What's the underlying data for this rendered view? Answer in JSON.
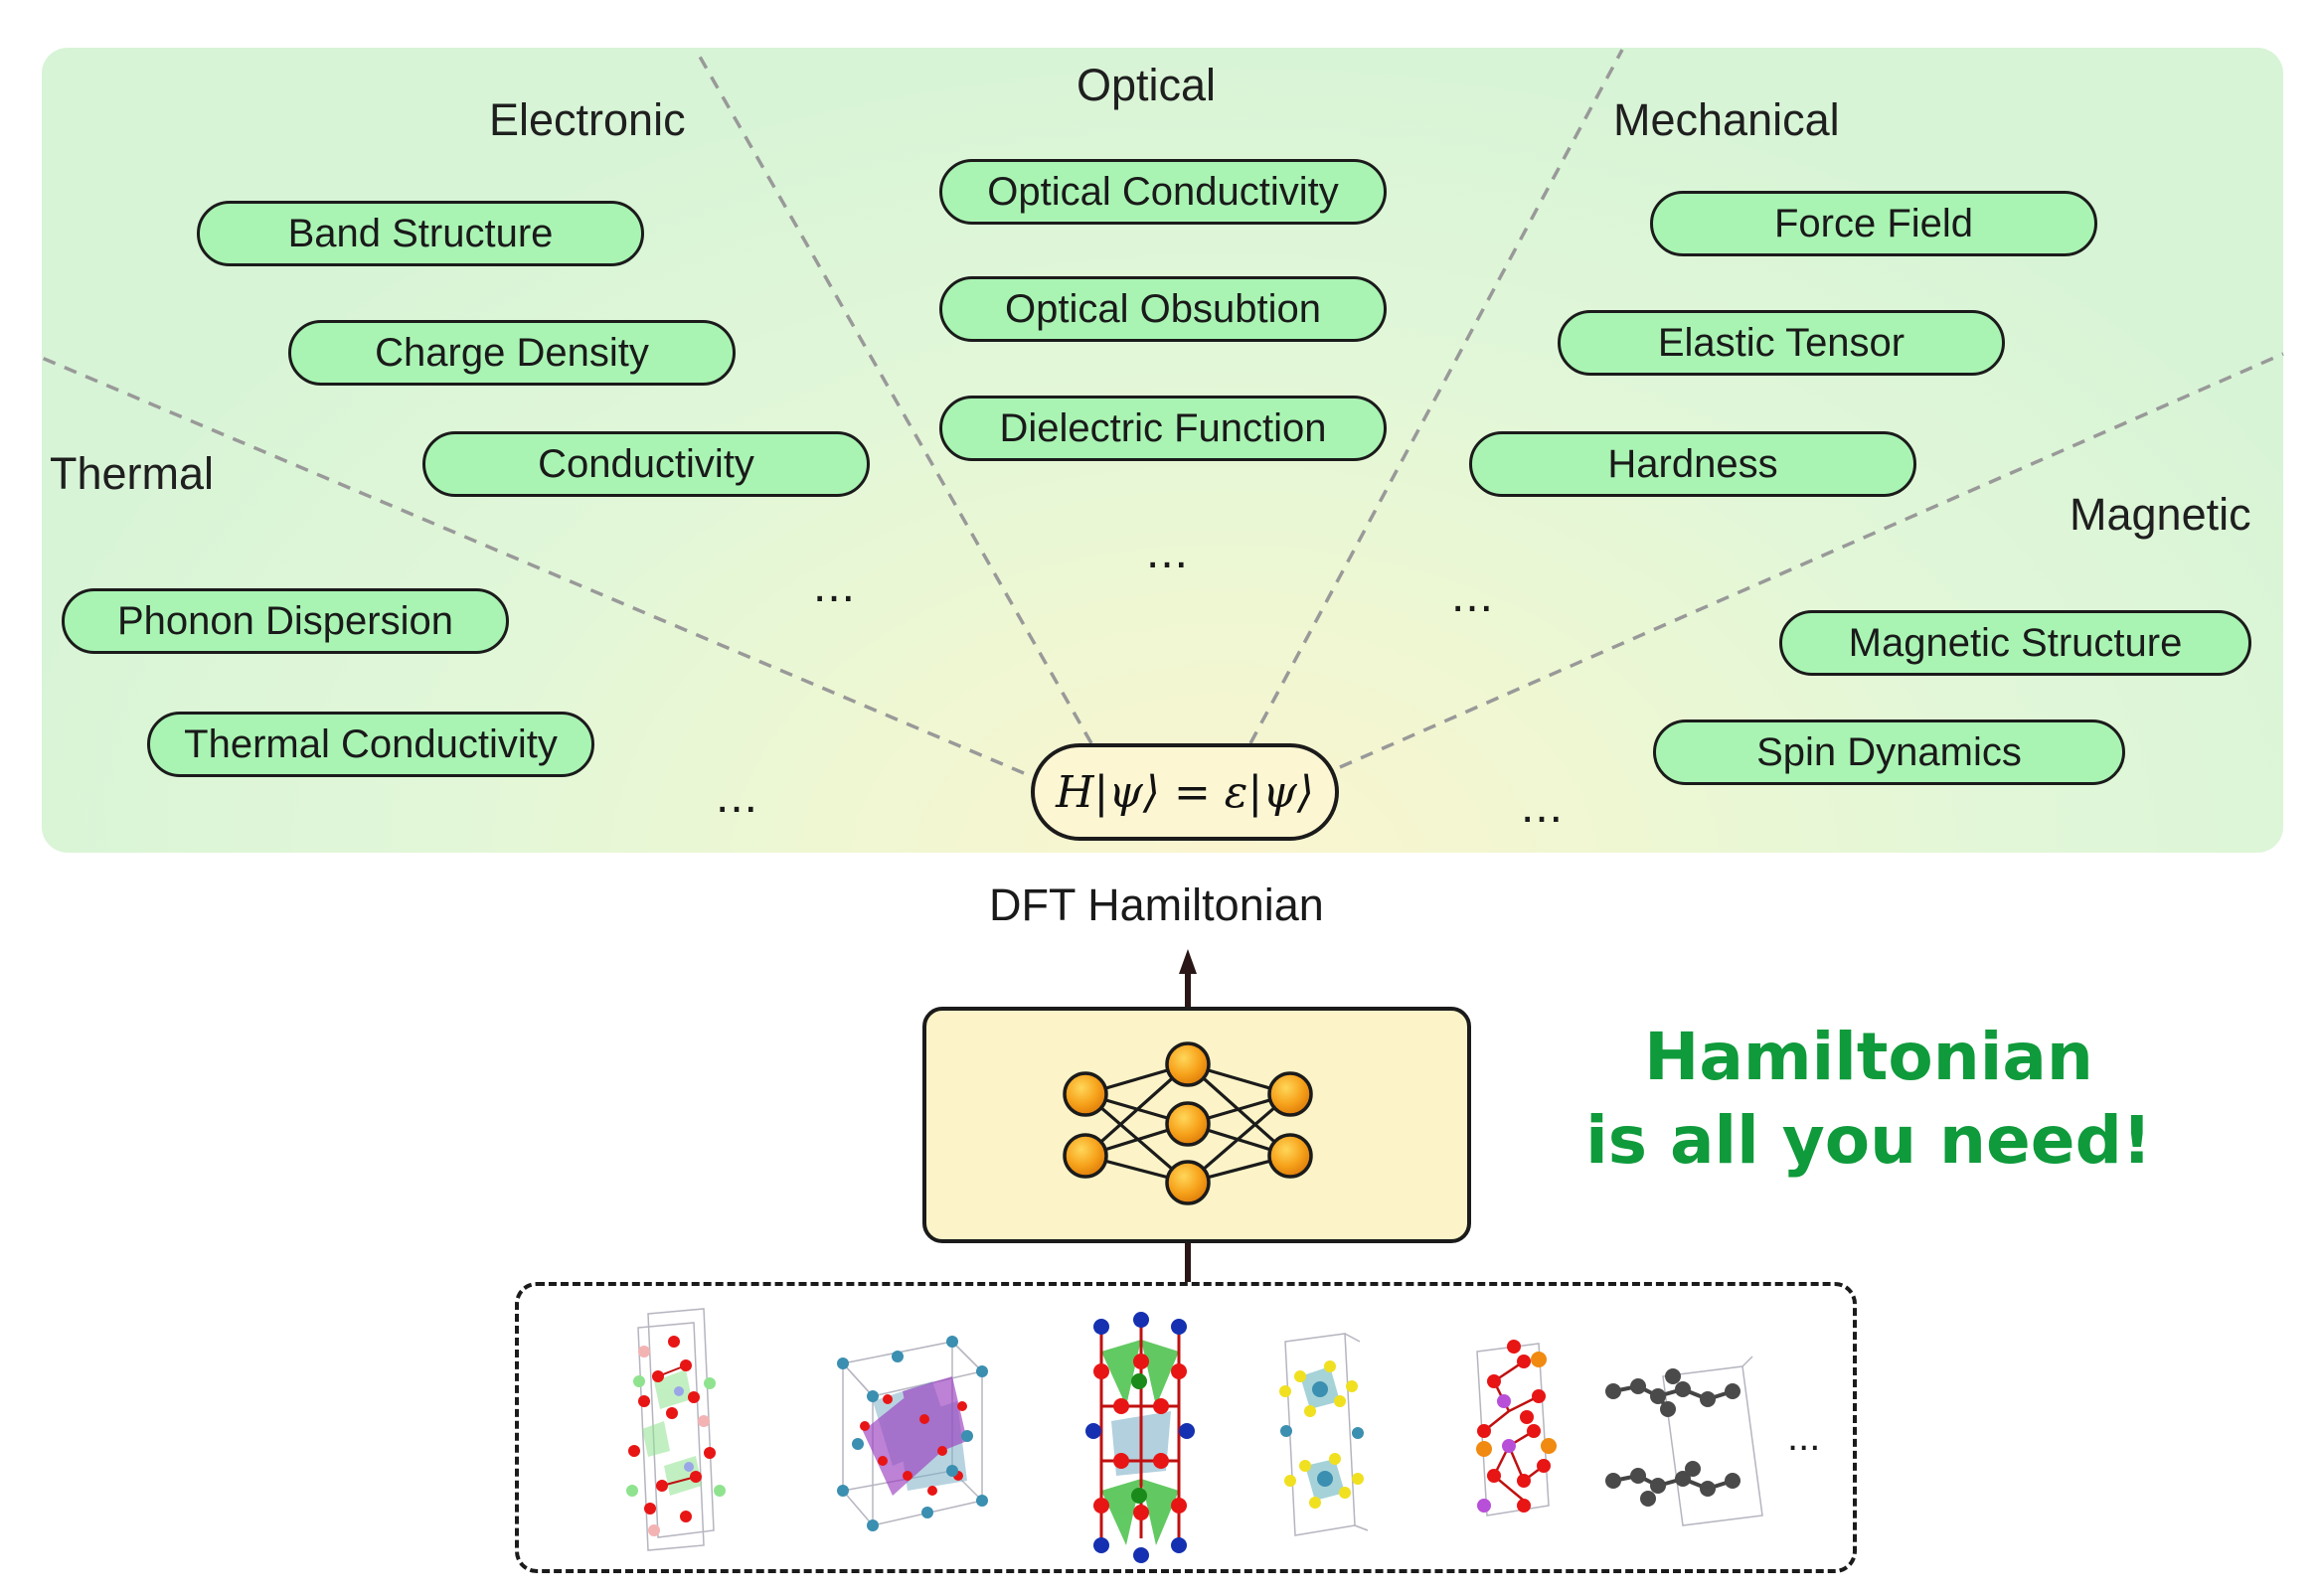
{
  "categories": {
    "electronic": "Electronic",
    "optical": "Optical",
    "mechanical": "Mechanical",
    "thermal": "Thermal",
    "magnetic": "Magnetic"
  },
  "properties": {
    "band_structure": "Band Structure",
    "charge_density": "Charge Density",
    "conductivity": "Conductivity",
    "optical_conductivity": "Optical Conductivity",
    "optical_obsubtion": "Optical Obsubtion",
    "dielectric_function": "Dielectric Function",
    "force_field": "Force Field",
    "elastic_tensor": "Elastic Tensor",
    "hardness": "Hardness",
    "phonon_dispersion": "Phonon Dispersion",
    "thermal_conductivity": "Thermal Conductivity",
    "magnetic_structure": "Magnetic Structure",
    "spin_dynamics": "Spin Dynamics"
  },
  "ellipsis": "...",
  "equation": "H|ψ⟩ = ε|ψ⟩",
  "dft_label": "DFT Hamiltonian",
  "slogan": {
    "line1": "Hamiltonian",
    "line2": "is all you need!"
  },
  "structures_more": "...",
  "colors": {
    "pill_fill": "#a9f4b3",
    "slogan": "#0f9a3b",
    "node": "#f3a21a",
    "equation_fill": "#fcf6d2"
  },
  "icons": [
    "neural-network-icon",
    "crystal-structure-icon"
  ]
}
